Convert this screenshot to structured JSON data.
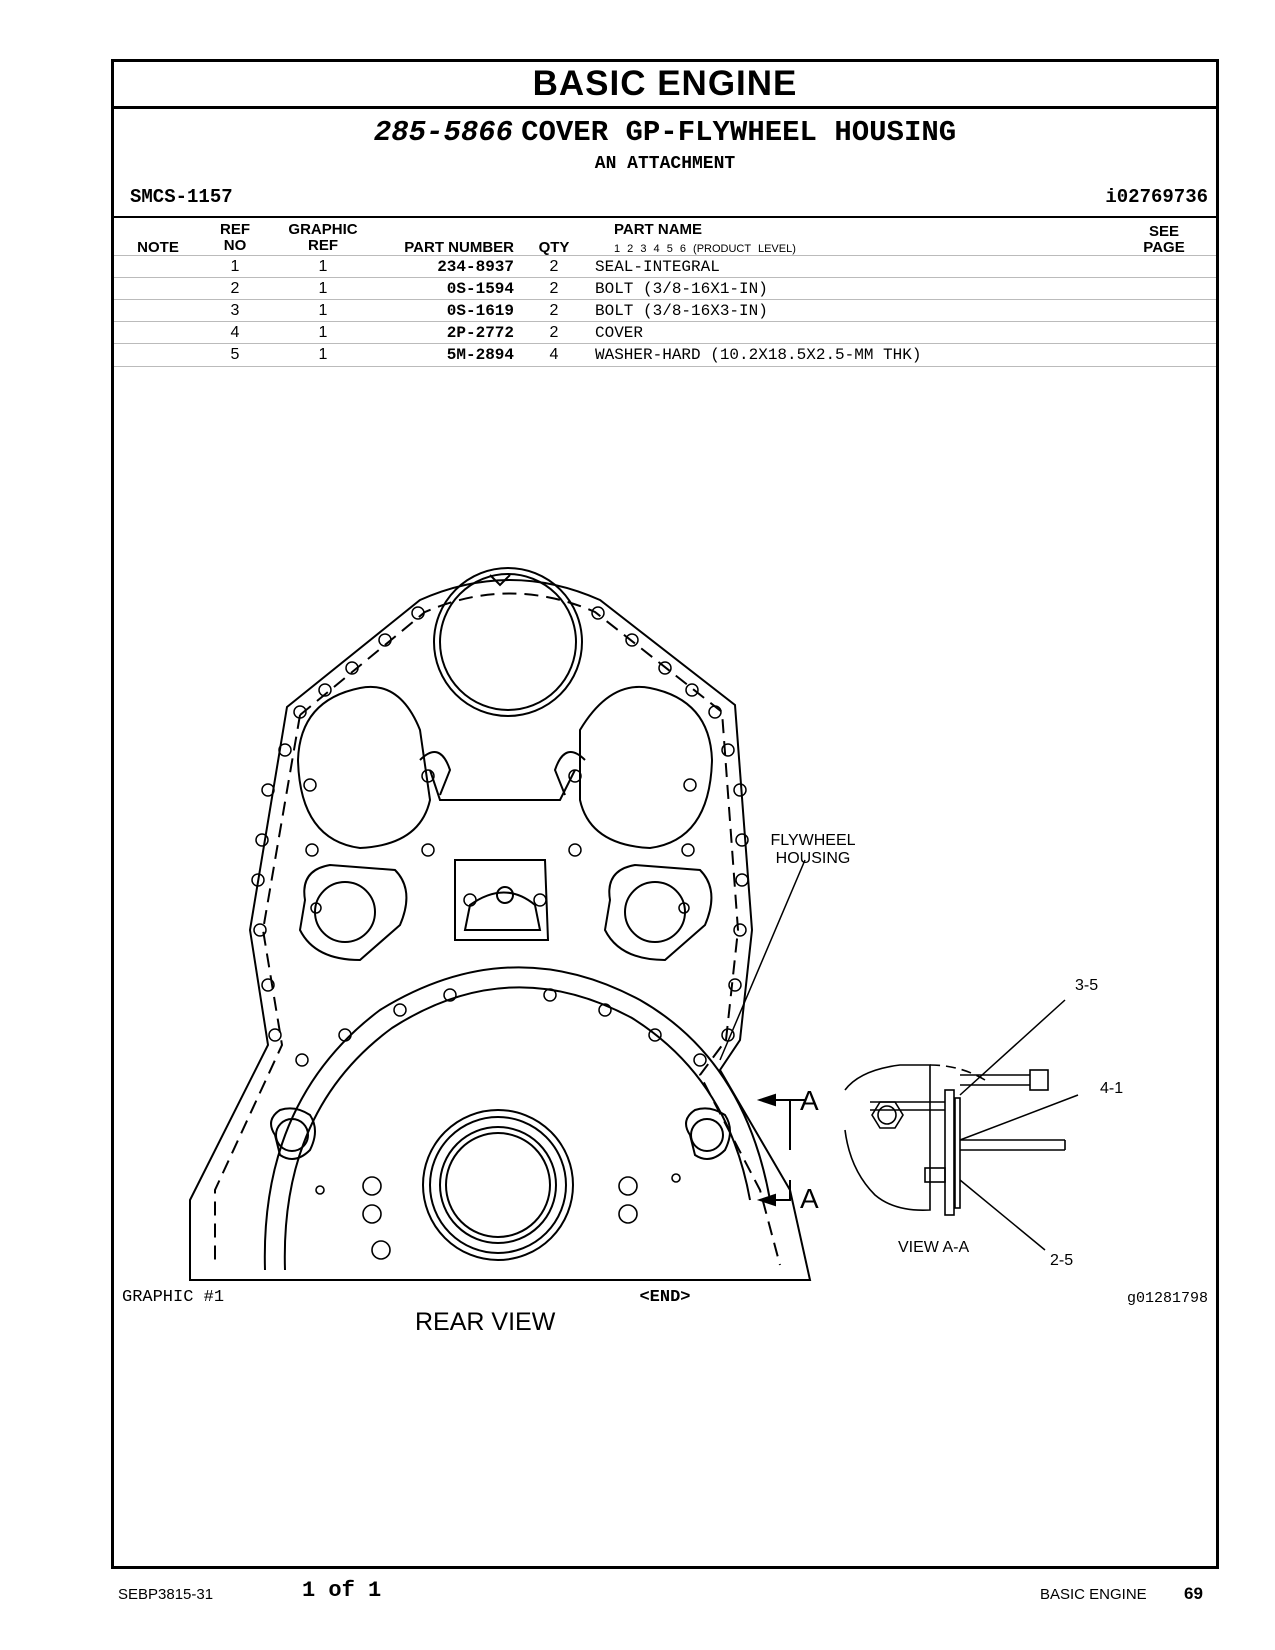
{
  "section_title": "BASIC  ENGINE",
  "group": {
    "part_number": "285-5866",
    "name": "COVER GP-FLYWHEEL HOUSING",
    "subtitle": "AN ATTACHMENT"
  },
  "smcs": "SMCS-1157",
  "info_id": "i02769736",
  "table_headers": {
    "note": "NOTE",
    "ref_no": [
      "REF",
      "NO"
    ],
    "graphic_ref": [
      "GRAPHIC",
      "REF"
    ],
    "part_number": "PART NUMBER",
    "qty": "QTY",
    "part_name": "PART NAME",
    "product_levels": "1  2  3  4  5  6  (PRODUCT LEVEL)",
    "see_page": [
      "SEE",
      "PAGE"
    ]
  },
  "parts": [
    {
      "ref": "1",
      "graphic_ref": "1",
      "part_number": "234-8937",
      "qty": "2",
      "name": "SEAL-INTEGRAL"
    },
    {
      "ref": "2",
      "graphic_ref": "1",
      "part_number": "0S-1594",
      "qty": "2",
      "name": "BOLT (3/8-16X1-IN)"
    },
    {
      "ref": "3",
      "graphic_ref": "1",
      "part_number": "0S-1619",
      "qty": "2",
      "name": "BOLT (3/8-16X3-IN)"
    },
    {
      "ref": "4",
      "graphic_ref": "1",
      "part_number": "2P-2772",
      "qty": "2",
      "name": "COVER"
    },
    {
      "ref": "5",
      "graphic_ref": "1",
      "part_number": "5M-2894",
      "qty": "4",
      "name": "WASHER-HARD (10.2X18.5X2.5-MM THK)"
    }
  ],
  "drawing": {
    "callout_housing": [
      "FLYWHEEL",
      "HOUSING"
    ],
    "callout_3_5": "3-5",
    "callout_4_1": "4-1",
    "callout_2_5": "2-5",
    "section_marker": "A",
    "view_label": "VIEW  A-A",
    "rear_view_label": "REAR VIEW"
  },
  "graphic_label": "GRAPHIC #1",
  "end_label": "<END>",
  "graphic_id": "g01281798",
  "footer": {
    "doc_id": "SEBP3815-31",
    "page_of": "1 of 1",
    "section": "BASIC ENGINE",
    "page_number": "69"
  }
}
